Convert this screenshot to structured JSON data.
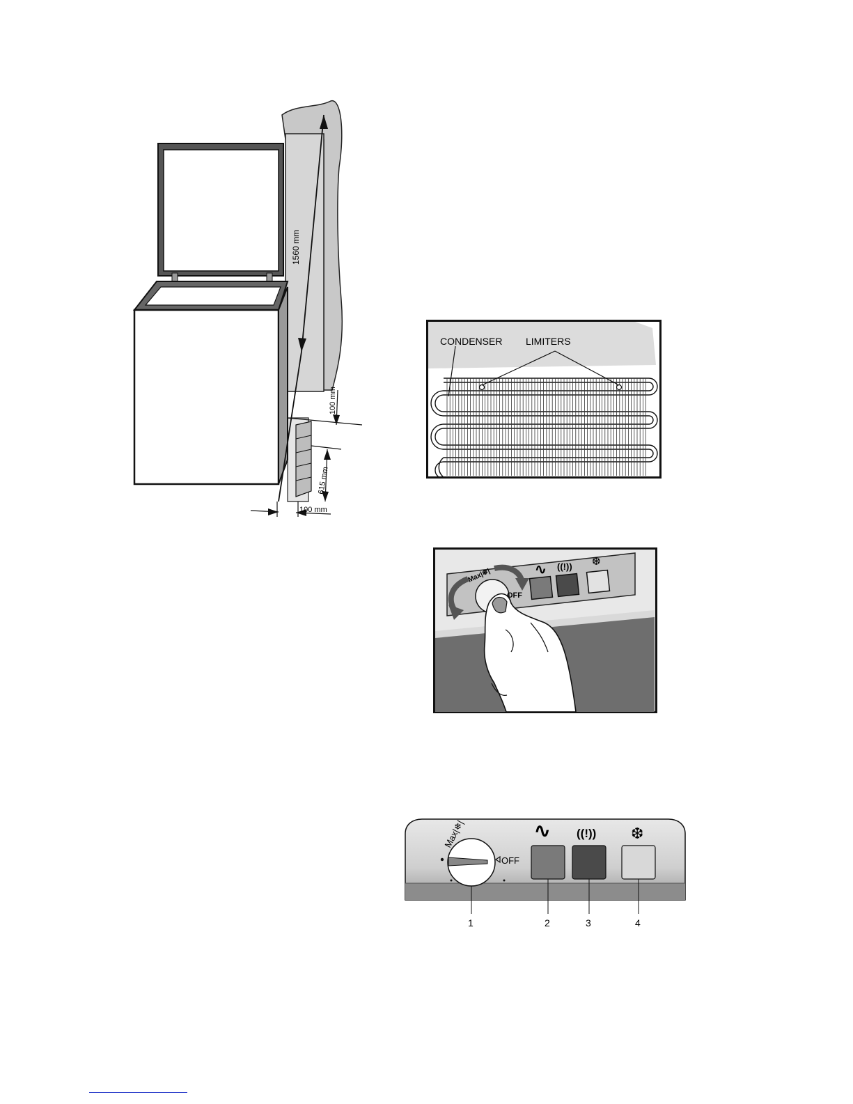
{
  "install_figure": {
    "dim_height": "1560 mm",
    "dim_top_gap": "100 mm",
    "dim_depth": "615 mm",
    "dim_side_gap": "100 mm"
  },
  "condenser_figure": {
    "label_condenser": "CONDENSER",
    "label_limiters": "LIMITERS"
  },
  "thermostat_photo": {
    "knob_max_label": "Max|❄|",
    "knob_off_label": "OFF"
  },
  "control_panel": {
    "knob_max_label": "Max|❄|",
    "off_label": "OFF",
    "icon_power_glyph": "∿",
    "icon_alarm_glyph": "((!))",
    "icon_freeze_glyph": "❆",
    "callouts": [
      "1",
      "2",
      "3",
      "4"
    ],
    "colors": {
      "lamp_power": "#7a7a7a",
      "lamp_alarm": "#4a4a4a",
      "lamp_freeze": "#d8d8d8"
    }
  }
}
